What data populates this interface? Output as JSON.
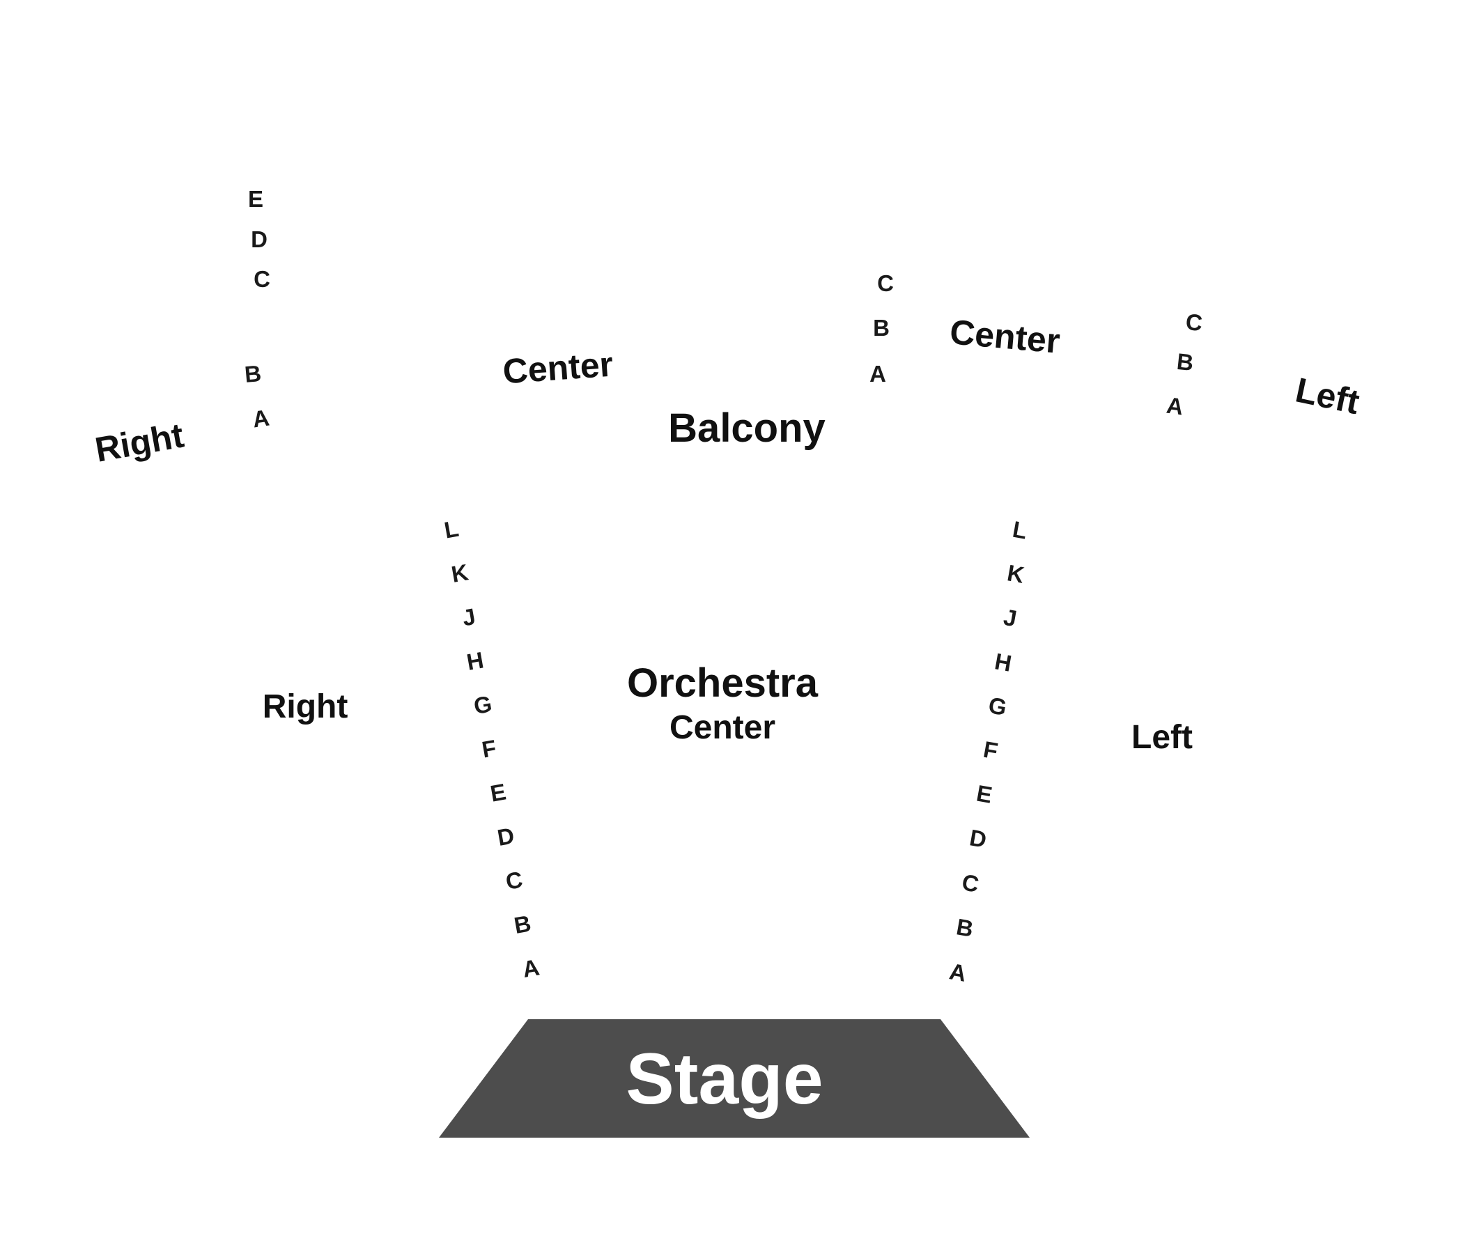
{
  "balcony": {
    "title": "Balcony",
    "sections": {
      "right_label": "Right",
      "center_left_label": "Center",
      "center_right_label": "Center",
      "left_label": "Left"
    },
    "rows": {
      "right_side": [
        "E",
        "D",
        "C",
        "B",
        "A"
      ],
      "center_side": [
        "C",
        "B",
        "A"
      ],
      "left_side": [
        "C",
        "B",
        "A"
      ]
    }
  },
  "orchestra": {
    "title": "Orchestra",
    "center_label": "Center",
    "right_label": "Right",
    "left_label": "Left",
    "rows": {
      "left_aisle": [
        "L",
        "K",
        "J",
        "H",
        "G",
        "F",
        "E",
        "D",
        "C",
        "B",
        "A"
      ],
      "right_aisle": [
        "L",
        "K",
        "J",
        "H",
        "G",
        "F",
        "E",
        "D",
        "C",
        "B",
        "A"
      ]
    }
  },
  "stage": {
    "label": "Stage"
  },
  "colors": {
    "stage_fill": "#4d4d4d",
    "stage_text": "#ffffff",
    "text": "#111111",
    "background": "#ffffff"
  }
}
